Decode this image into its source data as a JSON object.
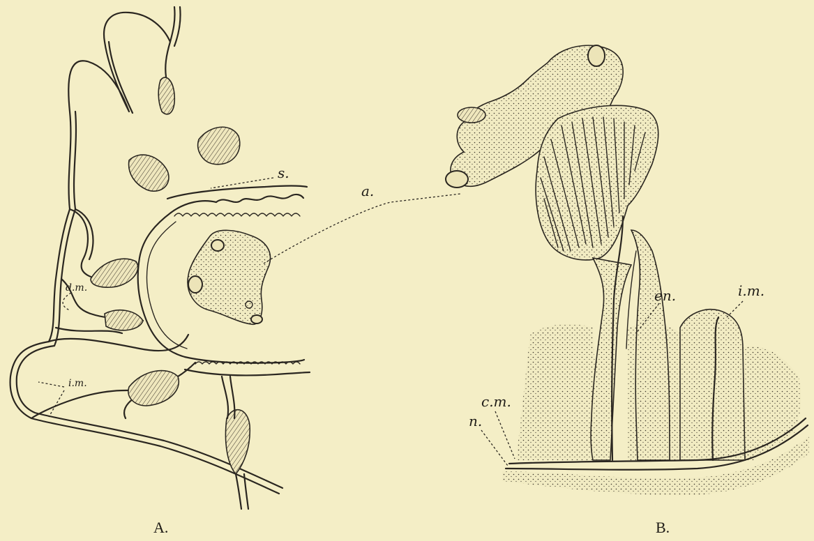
{
  "labels": {
    "s": "s.",
    "a": "a.",
    "dm": "d.m.",
    "im_a": "i.m.",
    "en": "en.",
    "im_b": "i.m.",
    "cm": "c.m.",
    "n": "n."
  },
  "captions": {
    "panel_a": "A.",
    "panel_b": "B."
  },
  "colors": {
    "paper": "#f4eec6",
    "ink": "#2a2620"
  }
}
